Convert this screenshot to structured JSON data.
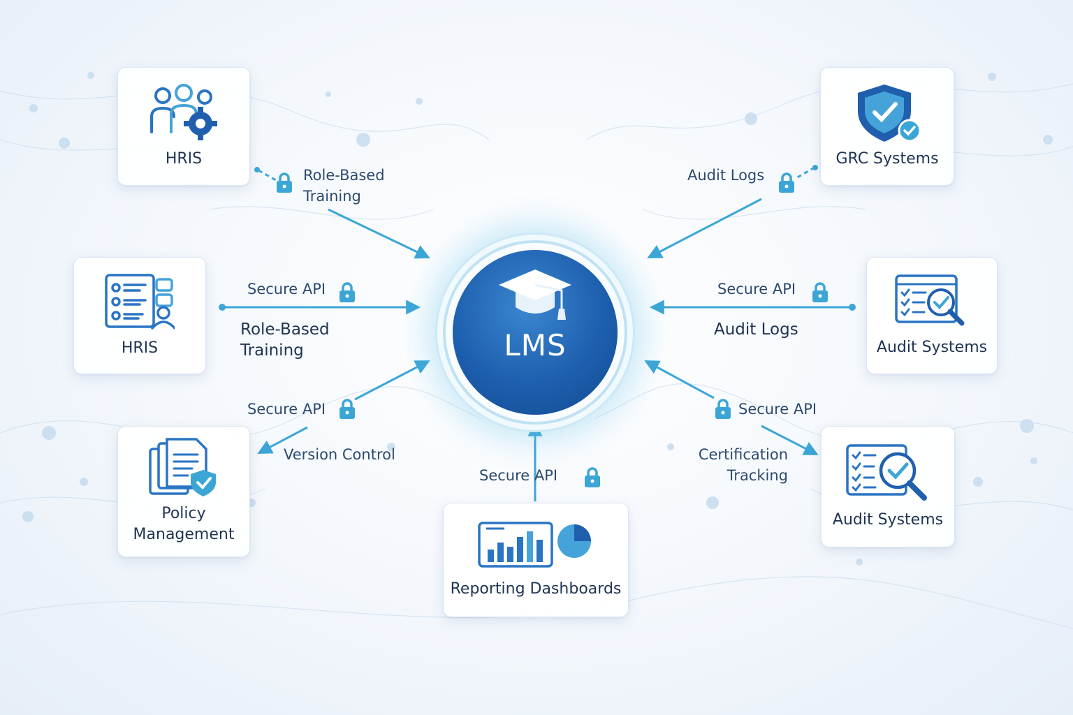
{
  "hub": {
    "label": "LMS",
    "icon": "graduation-cap-icon"
  },
  "nodes": {
    "hris_top": {
      "label": "HRIS",
      "icon": "users-gear-icon"
    },
    "hris_mid": {
      "label": "HRIS",
      "icon": "employee-directory-icon"
    },
    "policy": {
      "label": "Policy\nManagement",
      "icon": "policy-documents-icon"
    },
    "reporting": {
      "label": "Reporting Dashboards",
      "icon": "dashboard-chart-icon"
    },
    "grc": {
      "label": "GRC Systems",
      "icon": "shield-check-icon"
    },
    "audit_mid": {
      "label": "Audit Systems",
      "icon": "checklist-magnifier-icon"
    },
    "audit_low": {
      "label": "Audit Systems",
      "icon": "checklist-magnifier-icon"
    }
  },
  "connections": {
    "hris_top": {
      "label": "Role-Based\nTraining"
    },
    "hris_mid": {
      "top": "Secure API",
      "bottom": "Role-Based\nTraining"
    },
    "policy": {
      "top": "Secure API",
      "bottom": "Version Control"
    },
    "reporting": {
      "label": "Secure API"
    },
    "grc": {
      "label": "Audit Logs"
    },
    "audit_mid": {
      "top": "Secure API",
      "bottom": "Audit Logs"
    },
    "audit_low": {
      "top": "Secure API",
      "bottom": "Certification\nTracking"
    }
  },
  "colors": {
    "accent": "#3ba6d6",
    "hub": "#1d5fae",
    "text": "#1f3452",
    "icon": "#2a74c4"
  }
}
